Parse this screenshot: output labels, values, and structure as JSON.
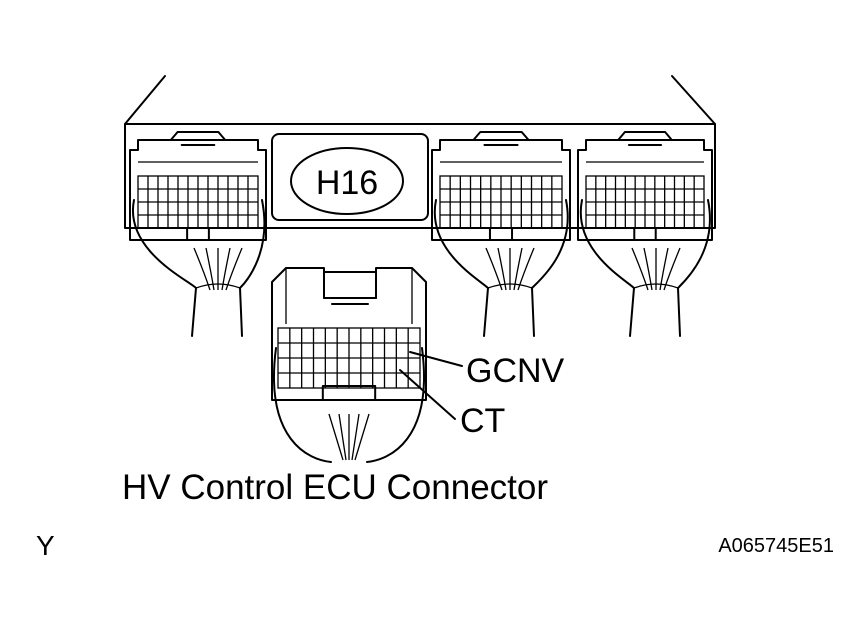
{
  "connector_code": "H16",
  "callouts": {
    "gcnv": "GCNV",
    "ct": "CT"
  },
  "caption": "HV Control ECU Connector",
  "view_letter": "Y",
  "figure_id": "A065745E51"
}
